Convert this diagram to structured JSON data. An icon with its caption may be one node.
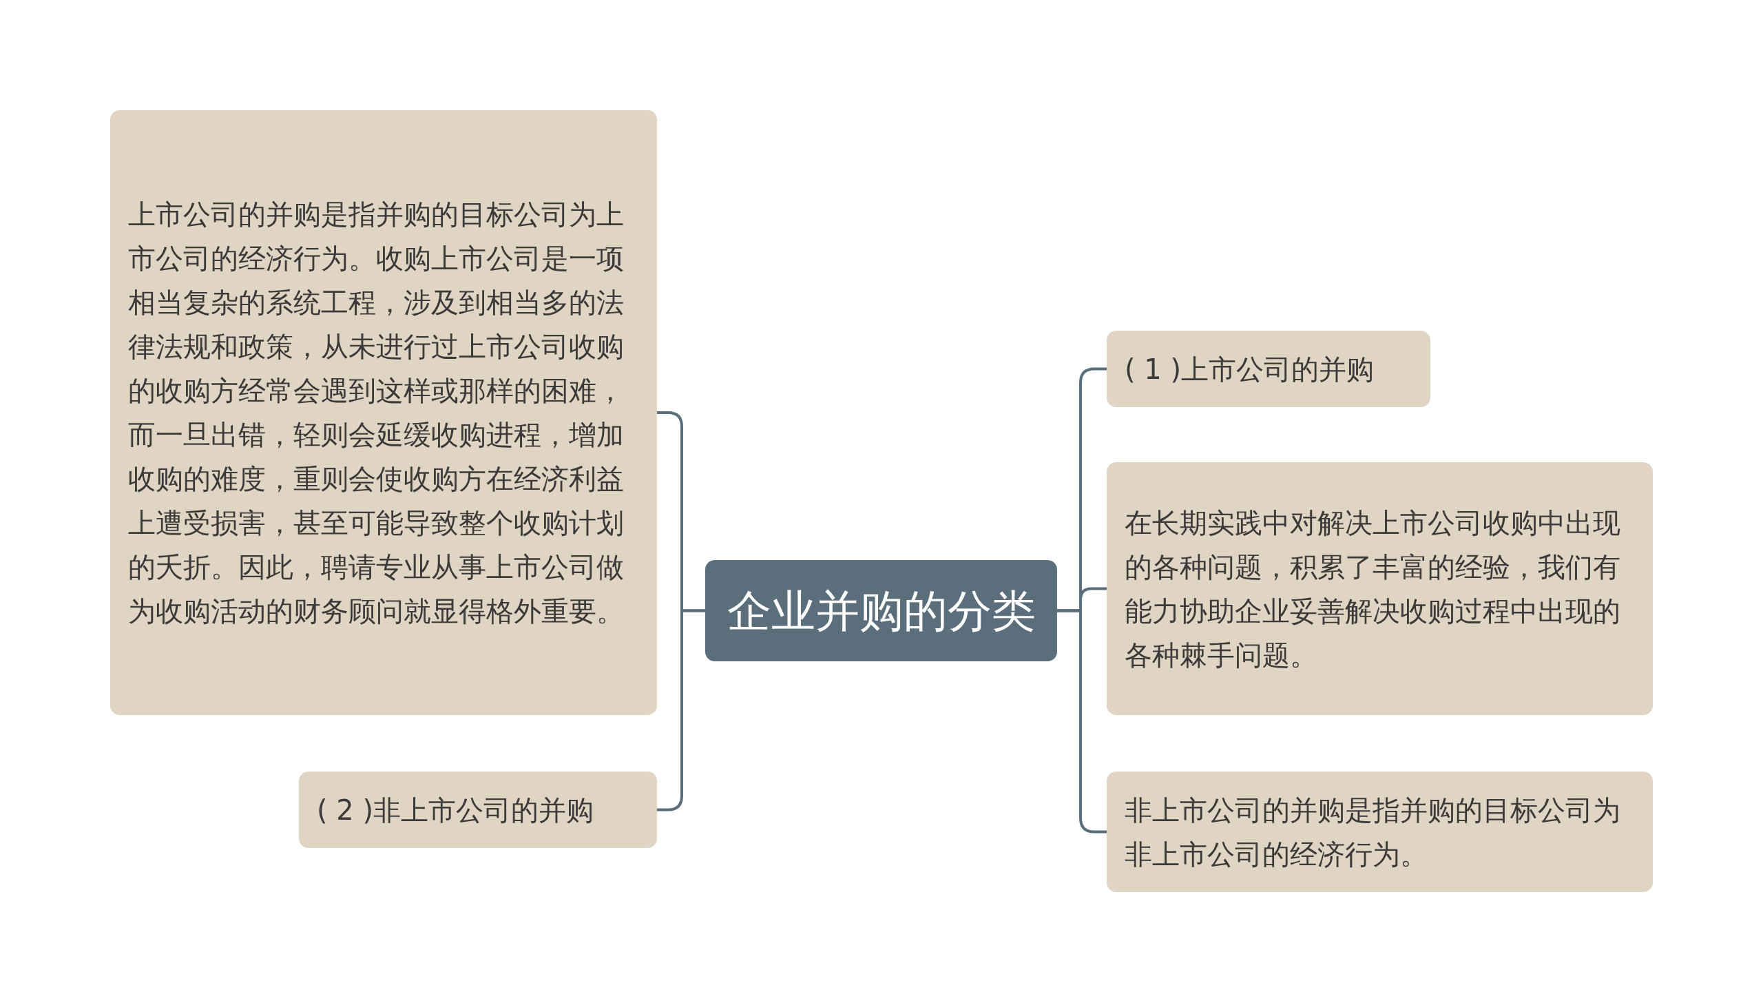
{
  "diagram": {
    "nodes": [
      {
        "text": [
          "企业并购的分类"
        ]
      },
      {
        "text": [
          "上市公司的并购是指并购的目标公司为上市公司的经济行为。收购上市公司是一项相当复杂的系统工程，涉及到相当多的法律法规和政策，从未进行过上市公司收购的收购方经常会遇到这样或那样的困难，而一旦出错，轻则会延缓收购进程，增加收购的难度，重则会使收购方在经济利益上遭受损害，甚至可能导致整个收购计划的夭折。因此，聘请专业从事上市公司做为收购活动的财务顾问就显得格外重要。"
        ]
      },
      {
        "text": [
          "( 2 )非上市公司的并购"
        ]
      },
      {
        "text": [
          "( 1 )上市公司的并购"
        ]
      },
      {
        "text": [
          "在长期实践中对解决上市公司收购中出现的各种问题，积累了丰富的经验，我们有能力协助企业妥善解决收购过程中出现的各种棘手问题。"
        ]
      },
      {
        "text": [
          "非上市公司的并购是指并购的目标公司为非上市公司的经济行为。"
        ]
      }
    ],
    "edges": [
      {
        "from": 0,
        "to": 1,
        "arrow": "none"
      },
      {
        "from": 0,
        "to": 2,
        "arrow": "none"
      },
      {
        "from": 0,
        "to": 3,
        "arrow": "none"
      },
      {
        "from": 0,
        "to": 4,
        "arrow": "none"
      },
      {
        "from": 0,
        "to": 5,
        "arrow": "none"
      }
    ]
  }
}
